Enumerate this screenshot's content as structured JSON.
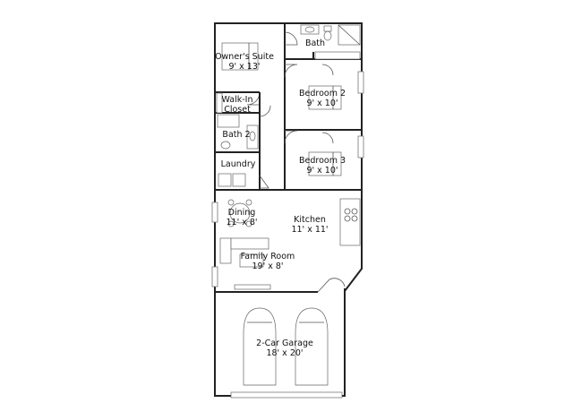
{
  "rooms": {
    "owners_suite": {
      "name": "Owner's Suite",
      "size": "9' x 13'"
    },
    "bath": {
      "name": "Bath"
    },
    "walk_in_closet": {
      "name": "Walk-In",
      "name2": "Closet"
    },
    "bath2": {
      "name": "Bath 2"
    },
    "laundry": {
      "name": "Laundry"
    },
    "bedroom2": {
      "name": "Bedroom 2",
      "size": "9' x 10'"
    },
    "bedroom3": {
      "name": "Bedroom 3",
      "size": "9' x 10'"
    },
    "dining": {
      "name": "Dining",
      "size": "11' x 8'"
    },
    "kitchen": {
      "name": "Kitchen",
      "size": "11' x 11'"
    },
    "family_room": {
      "name": "Family Room",
      "size": "19' x 8'"
    },
    "garage": {
      "name": "2-Car Garage",
      "size": "18' x 20'"
    }
  }
}
